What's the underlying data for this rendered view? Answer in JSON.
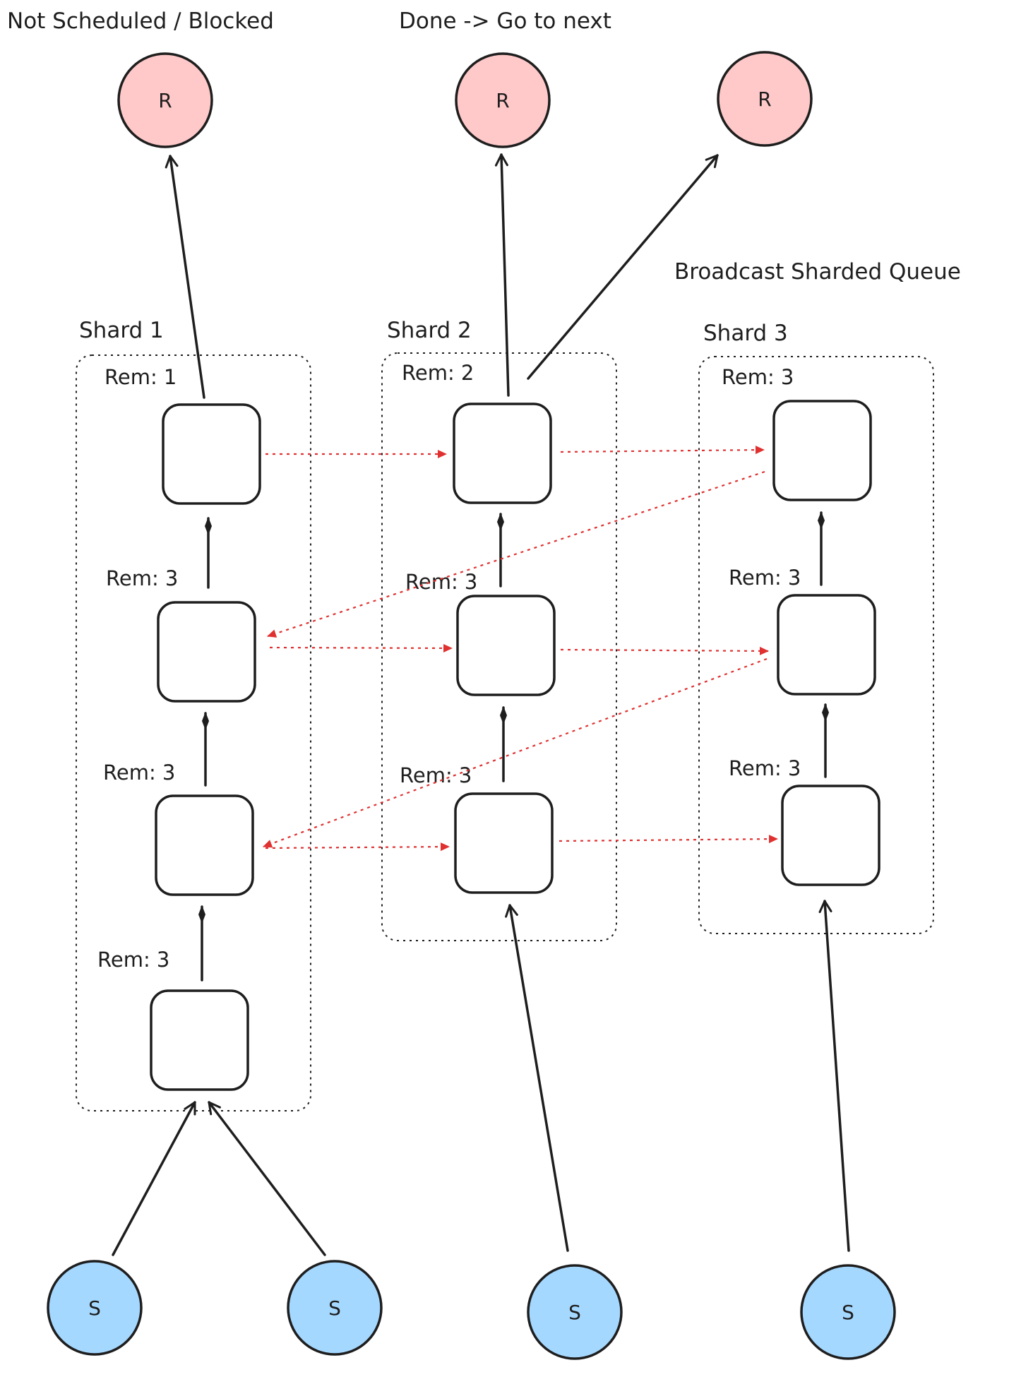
{
  "labels": {
    "not_scheduled": "Not Scheduled / Blocked",
    "done_next": "Done -> Go to next",
    "broadcast": "Broadcast Sharded Queue",
    "shard1": "Shard 1",
    "shard2": "Shard 2",
    "shard3": "Shard 3"
  },
  "receiver_letter": "R",
  "sender_letter": "S",
  "shard1_rem": [
    "Rem: 1",
    "Rem: 3",
    "Rem: 3",
    "Rem: 3"
  ],
  "shard2_rem": [
    "Rem: 2",
    "Rem: 3",
    "Rem: 3"
  ],
  "shard3_rem": [
    "Rem: 3",
    "Rem: 3",
    "Rem: 3"
  ],
  "colors": {
    "receiver_fill": "#ffc9c9",
    "sender_fill": "#a5d8ff",
    "broadcast_arrow": "#e03131",
    "stroke": "#1e1e1e"
  }
}
